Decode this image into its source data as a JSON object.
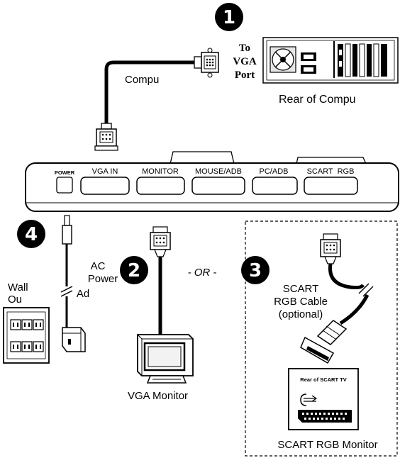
{
  "steps": [
    "1",
    "2",
    "3",
    "4"
  ],
  "computer": {
    "cable_label": "Compu",
    "to_port_lines": [
      "To",
      "VGA",
      "Port"
    ],
    "rear_label": "Rear of Compu"
  },
  "switch_box": {
    "power_label": "POWER",
    "ports": [
      "VGA IN",
      "MONITOR",
      "MOUSE/ADB",
      "PC/ADB",
      "SCART  RGB"
    ]
  },
  "power": {
    "adapter_lines": [
      "AC",
      "Power",
      "Ad"
    ],
    "wall_lines": [
      "Wall",
      "Ou"
    ]
  },
  "monitor": {
    "or_label": "- OR -",
    "vga_label": "VGA Monitor"
  },
  "scart": {
    "cable_lines": [
      "SCART",
      "RGB Cable",
      "(optional)"
    ],
    "tv_rear_label": "Rear of SCART TV",
    "monitor_label": "SCART RGB Monitor"
  }
}
